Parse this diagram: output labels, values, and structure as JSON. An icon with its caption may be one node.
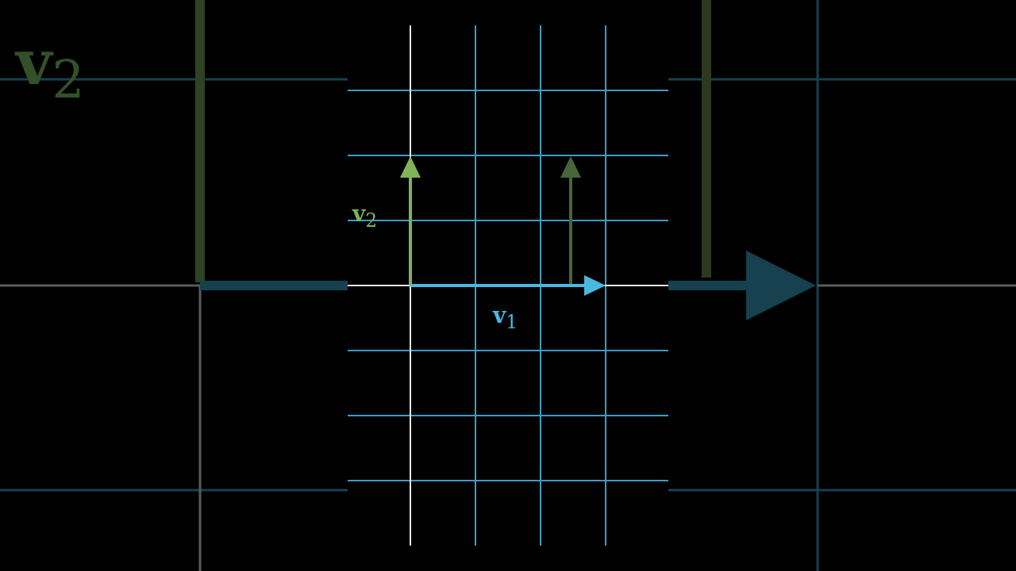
{
  "diagram": {
    "labels": [
      "**v**$_{2}$",
      "**v**$_{2}$",
      "**v**$_{1}$"
    ]
  }
}
